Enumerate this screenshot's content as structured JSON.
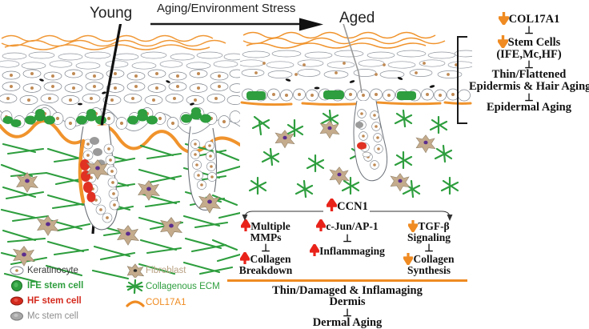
{
  "header": {
    "young": "Young",
    "aged": "Aged",
    "stress": "Aging/Environment Stress",
    "arrow_icon": "right-arrow-icon"
  },
  "colors": {
    "red": "#e8231a",
    "orange": "#ef8b22",
    "green": "#2e9e3e",
    "grey": "#8e8e8e",
    "tan": "#b9a183",
    "black": "#111111"
  },
  "epidermal_cascade": {
    "bracket": "epidermis-bracket",
    "steps": [
      {
        "arrow": "down",
        "arrow_color": "#ef8b22",
        "text": "COL17A1"
      },
      {
        "arrow": "down",
        "arrow_color": "#ef8b22",
        "text": "Stem Cells",
        "text2": "(IFE,Mc,HF)"
      },
      {
        "arrow": "none",
        "text": "Thin/Flattened",
        "text2": "Epidermis & Hair Aging"
      }
    ],
    "result": "Epidermal Aging"
  },
  "dermal_cascade": {
    "hub": {
      "arrow": "up",
      "arrow_color": "#e8231a",
      "text": "CCN1"
    },
    "columns": [
      {
        "name": "mmp-column",
        "steps": [
          {
            "arrow": "up",
            "arrow_color": "#e8231a",
            "text": "Multiple",
            "text2": "MMPs"
          },
          {
            "arrow": "up",
            "arrow_color": "#e8231a",
            "text": "Collagen",
            "text2": "Breakdown"
          }
        ]
      },
      {
        "name": "cjun-column",
        "steps": [
          {
            "arrow": "up",
            "arrow_color": "#e8231a",
            "text": "c-Jun/AP-1"
          },
          {
            "arrow": "up",
            "arrow_color": "#e8231a",
            "text": "Inflammaging"
          }
        ]
      },
      {
        "name": "tgfb-column",
        "steps": [
          {
            "arrow": "down",
            "arrow_color": "#ef8b22",
            "text": "TGF-β",
            "text2": "Signaling"
          },
          {
            "arrow": "down",
            "arrow_color": "#ef8b22",
            "text": "Collagen",
            "text2": "Synthesis"
          }
        ]
      }
    ],
    "summary_line1": "Thin/Damaged & Inflamaging",
    "summary_line2": "Dermis",
    "result": "Dermal Aging"
  },
  "legend": [
    {
      "icon": "keratinocyte-icon",
      "label": "Keratinocyte",
      "color": "#3a3a3a"
    },
    {
      "icon": "ife-stem-cell-icon",
      "label": "IFE stem cell",
      "color": "#2e9e3e"
    },
    {
      "icon": "hf-stem-cell-icon",
      "label": "HF stem cell",
      "color": "#d42a1e"
    },
    {
      "icon": "mc-stem-cell-icon",
      "label": "Mc stem cell",
      "color": "#8e8e8e"
    },
    {
      "icon": "fibroblast-icon",
      "label": "Fibroblast",
      "color": "#b9a183"
    },
    {
      "icon": "collagenous-ecm-icon",
      "label": "Collagenous ECM",
      "color": "#2e9e3e"
    },
    {
      "icon": "col17a1-icon",
      "label": "COL17A1",
      "color": "#ef8b22"
    }
  ]
}
